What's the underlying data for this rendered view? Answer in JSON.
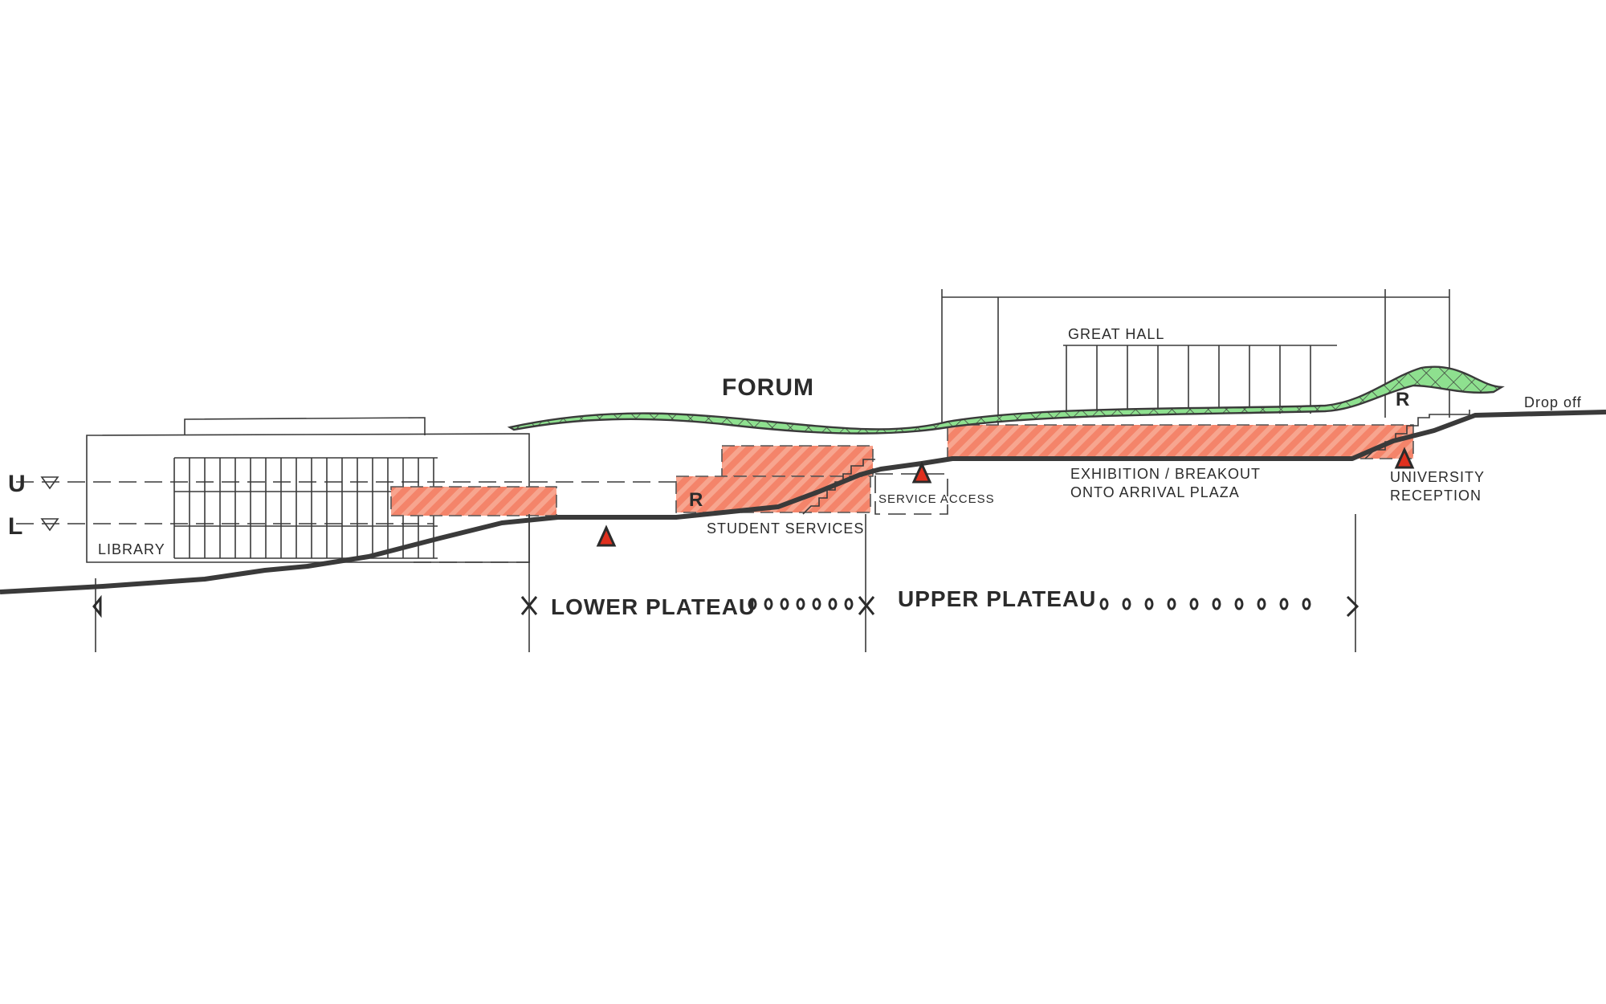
{
  "title": "Campus section sketch",
  "labels": {
    "forum": "FORUM",
    "great_hall": "GREAT HALL",
    "library": "LIBRARY",
    "student_services": "STUDENT SERVICES",
    "service_access": "SERVICE ACCESS",
    "exhibition_line1": "EXHIBITION / BREAKOUT",
    "exhibition_line2": "ONTO ARRIVAL PLAZA",
    "reception_line1": "UNIVERSITY",
    "reception_line2": "RECEPTION",
    "drop_off": "Drop off",
    "upper_level": "U",
    "lower_level": "L",
    "ramp_1": "R",
    "ramp_2": "R",
    "lower_plateau": "LOWER PLATEAU",
    "upper_plateau": "UPPER PLATEAU"
  },
  "colors": {
    "ink": "#2b2b2b",
    "program_fill": "#f4846a",
    "canopy_green": "#6fd67a",
    "entry_marker": "#e0301e"
  }
}
